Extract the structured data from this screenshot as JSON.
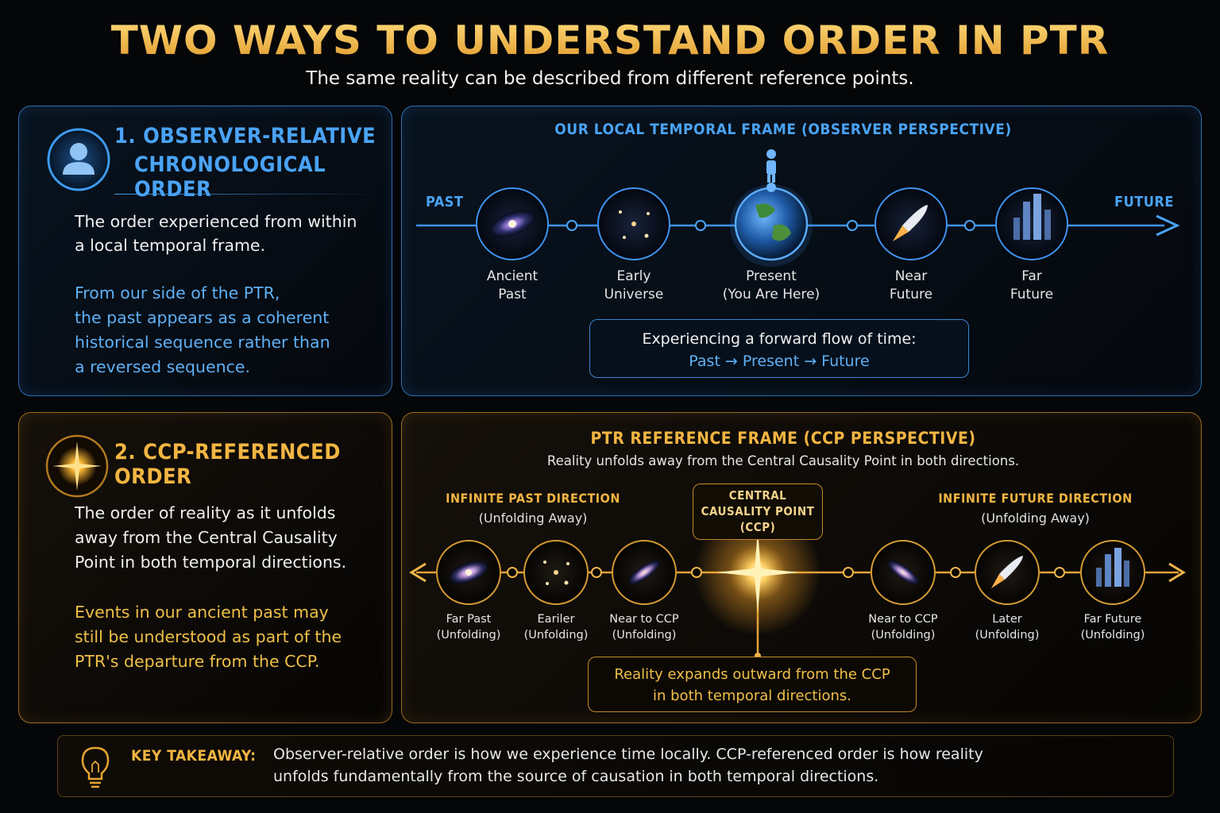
{
  "header": {
    "title": "TWO WAYS TO UNDERSTAND ORDER IN PTR",
    "subtitle": "The same reality can be described from different reference points."
  },
  "section1": {
    "heading_line1": "1. OBSERVER-RELATIVE",
    "heading_line2": "CHRONOLOGICAL ORDER",
    "desc_line1": "The order experienced from within",
    "desc_line2": "a local temporal frame.",
    "note_line1": "From our side of the PTR,",
    "note_line2": "the past appears as a coherent",
    "note_line3": "historical sequence rather than",
    "note_line4": "a reversed sequence."
  },
  "timeline1": {
    "title": "OUR LOCAL TEMPORAL FRAME (OBSERVER PERSPECTIVE)",
    "left_label": "PAST",
    "right_label": "FUTURE",
    "nodes": [
      {
        "line1": "Ancient",
        "line2": "Past"
      },
      {
        "line1": "Early",
        "line2": "Universe"
      },
      {
        "line1": "Present",
        "line2": "(You Are Here)"
      },
      {
        "line1": "Near",
        "line2": "Future"
      },
      {
        "line1": "Far",
        "line2": "Future"
      }
    ],
    "box_line1": "Experiencing a forward flow of time:",
    "box_line2": "Past → Present → Future"
  },
  "section2": {
    "heading": "2. CCP-REFERENCED ORDER",
    "desc_line1": "The order of reality as it unfolds",
    "desc_line2": "away from the Central Causality",
    "desc_line3": "Point in both temporal directions.",
    "note_line1": "Events in our ancient past may",
    "note_line2": "still be understood as part of the",
    "note_line3": "PTR's departure from the CCP."
  },
  "timeline2": {
    "title": "PTR REFERENCE FRAME (CCP PERSPECTIVE)",
    "subtitle": "Reality unfolds away from the Central Causality Point in both directions.",
    "left_dir": "INFINITE PAST DIRECTION",
    "left_dir_sub": "(Unfolding Away)",
    "right_dir": "INFINITE FUTURE DIRECTION",
    "right_dir_sub": "(Unfolding Away)",
    "ccp_line1": "CENTRAL",
    "ccp_line2": "CAUSALITY POINT",
    "ccp_line3": "(CCP)",
    "nodes": [
      {
        "line1": "Far Past",
        "line2": "(Unfolding)"
      },
      {
        "line1": "Eariler",
        "line2": "(Unfolding)"
      },
      {
        "line1": "Near to CCP",
        "line2": "(Unfolding)"
      },
      {
        "line1": "Near to CCP",
        "line2": "(Unfolding)"
      },
      {
        "line1": "Later",
        "line2": "(Unfolding)"
      },
      {
        "line1": "Far Future",
        "line2": "(Unfolding)"
      }
    ],
    "box_line1": "Reality expands outward from the CCP",
    "box_line2": "in both temporal directions."
  },
  "takeaway": {
    "label": "KEY TAKEAWAY:",
    "line1": "Observer-relative order is how we experience time locally. CCP-referenced order is how reality",
    "line2": "unfolds fundamentally from the source of causation in both temporal directions."
  },
  "colors": {
    "blue_accent": "#4aa3f5",
    "gold_accent": "#f2b542",
    "background": "#050608"
  }
}
